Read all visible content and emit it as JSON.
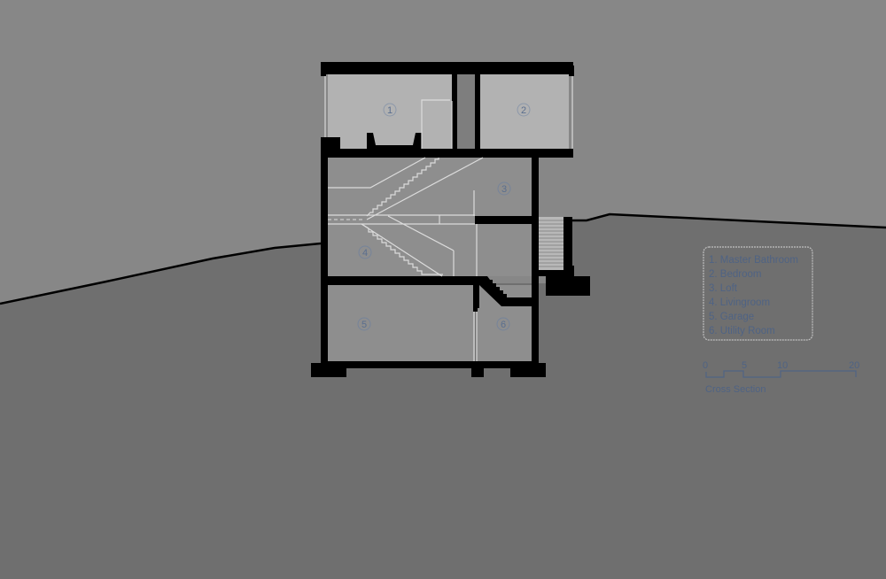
{
  "drawing": {
    "title": "Cross Section",
    "colors": {
      "sky": "#878787",
      "ground": "#6f6f6f",
      "wall": "#000000",
      "room_upper": "#b2b2b2",
      "room_lower": "#8e8e8e",
      "shaft": "#7e7e7e",
      "line_light": "#d8d8d8",
      "label_blue": "#5a6e8e"
    },
    "rooms": [
      {
        "number": "1",
        "name": "Master Bathroom"
      },
      {
        "number": "2",
        "name": "Bedroom"
      },
      {
        "number": "3",
        "name": "Loft"
      },
      {
        "number": "4",
        "name": "Livingroom"
      },
      {
        "number": "5",
        "name": "Garage"
      },
      {
        "number": "6",
        "name": "Utility Room"
      }
    ]
  },
  "legend": {
    "items": [
      "1.  Master Bathroom",
      "2.  Bedroom",
      "3.  Loft",
      "4.  Livingroom",
      "5.  Garage",
      "6.  Utility Room"
    ]
  },
  "scale_bar": {
    "ticks": [
      "0",
      "5",
      "10",
      "20"
    ],
    "caption": "Cross Section"
  }
}
